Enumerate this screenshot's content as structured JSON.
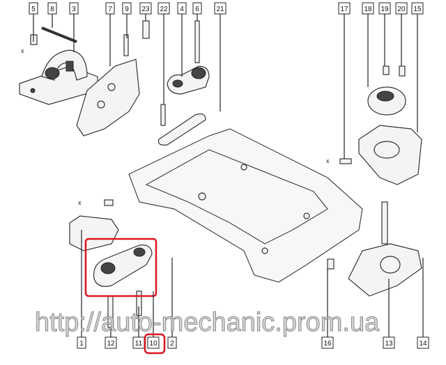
{
  "diagram": {
    "title_labels_top": [
      "5",
      "8",
      "3",
      "7",
      "9",
      "23",
      "22",
      "4",
      "6",
      "21",
      "17",
      "18",
      "19",
      "20",
      "15"
    ],
    "title_labels_bottom": [
      "1",
      "12",
      "11",
      "10",
      "2",
      "16",
      "13",
      "14"
    ],
    "highlighted_label": "10",
    "axis_marker": "x",
    "highlight_color": "#e0141e",
    "watermark": "http://auto-mechanic.prom.ua"
  }
}
